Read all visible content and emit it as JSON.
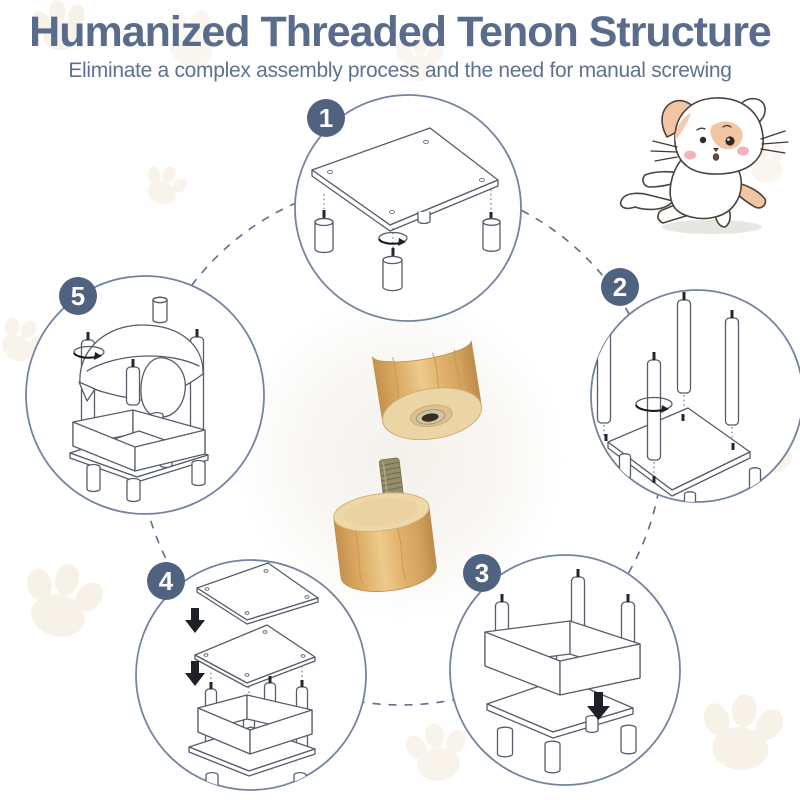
{
  "header": {
    "title": "Humanized Threaded Tenon Structure",
    "subtitle": "Eliminate a complex assembly process and the need for manual screwing"
  },
  "steps": [
    {
      "label": "1"
    },
    {
      "label": "2"
    },
    {
      "label": "3"
    },
    {
      "label": "4"
    },
    {
      "label": "5"
    }
  ],
  "decorations": {
    "cat_icon": "running-cartoon-cat",
    "paw_icon": "paw-print",
    "rotate_icon": "rotate-screw-arrow",
    "down_icon": "down-arrow",
    "center_part_top": "wood-leg-with-threaded-insert",
    "center_part_bottom": "wood-leg-with-threaded-bolt"
  },
  "colors": {
    "heading": "#5a6c8c",
    "subtitle": "#5d7292",
    "badge": "#4f6280",
    "circle_stroke": "#75849e",
    "dashed_ring": "#5d6e8a",
    "line_art": "#565c6a",
    "wood": "#ddab66",
    "paw_print": "#f3ead8"
  }
}
